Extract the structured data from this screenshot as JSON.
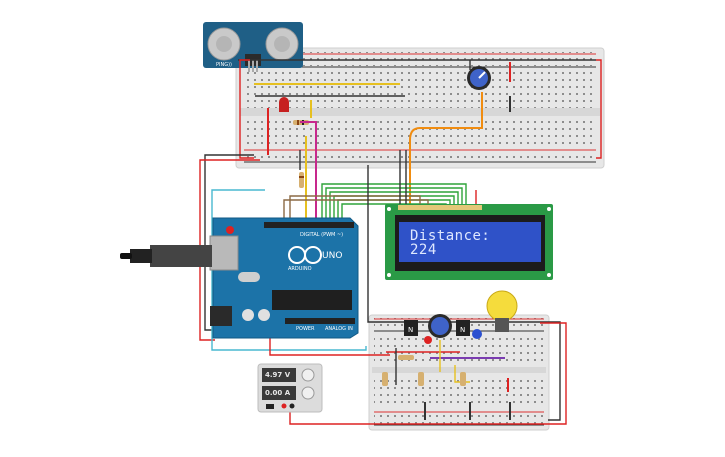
{
  "lcd": {
    "line1": "Distance:",
    "line2": "224"
  },
  "arduino": {
    "brand": "ARDUINO",
    "model": "UNO",
    "digital_label": "DIGITAL (PWM ~)",
    "power_label": "POWER",
    "analog_label": "ANALOG IN"
  },
  "sensor": {
    "label": "PING))"
  },
  "power_supply": {
    "voltage": "4.97 V",
    "current": "0.00 A"
  },
  "colors": {
    "breadboard": "#e9e9e9",
    "arduino": "#1c73a8",
    "lcd_board": "#2a9a46",
    "lcd_screen": "#2f52c8",
    "sensor": "#1f5f86"
  }
}
